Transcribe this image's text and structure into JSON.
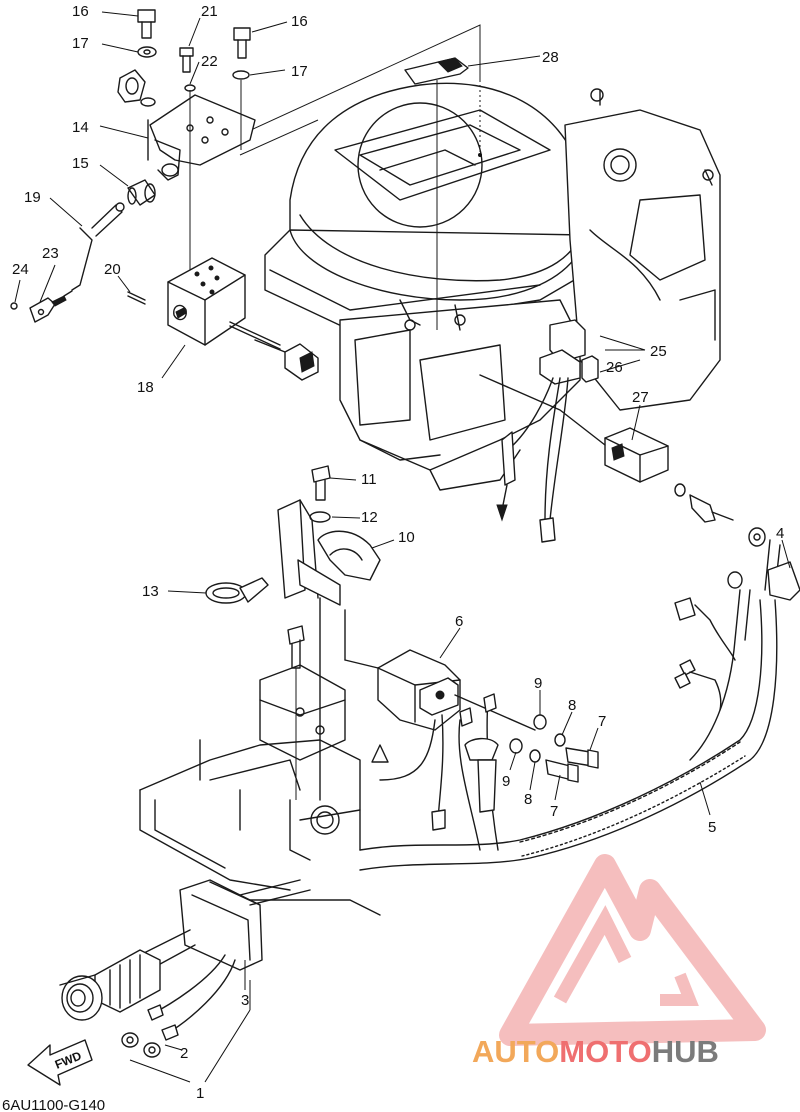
{
  "diagram_code": "6AU1100-G140",
  "fwd_label": "FWD",
  "watermark": {
    "part1": "AUTO",
    "part2": "MOTO",
    "part3": "HUB",
    "color1": "#f2a85a",
    "color2": "#ef6f70",
    "color3": "#7b7b7b"
  },
  "callouts": [
    {
      "id": "c16a",
      "label": "16"
    },
    {
      "id": "c21",
      "label": "21"
    },
    {
      "id": "c16b",
      "label": "16"
    },
    {
      "id": "c17a",
      "label": "17"
    },
    {
      "id": "c22",
      "label": "22"
    },
    {
      "id": "c17b",
      "label": "17"
    },
    {
      "id": "c28",
      "label": "28"
    },
    {
      "id": "c14",
      "label": "14"
    },
    {
      "id": "c15",
      "label": "15"
    },
    {
      "id": "c19",
      "label": "19"
    },
    {
      "id": "c23",
      "label": "23"
    },
    {
      "id": "c24",
      "label": "24"
    },
    {
      "id": "c20",
      "label": "20"
    },
    {
      "id": "c18",
      "label": "18"
    },
    {
      "id": "c25",
      "label": "25"
    },
    {
      "id": "c26",
      "label": "26"
    },
    {
      "id": "c27",
      "label": "27"
    },
    {
      "id": "c11",
      "label": "11"
    },
    {
      "id": "c12",
      "label": "12"
    },
    {
      "id": "c10",
      "label": "10"
    },
    {
      "id": "c13",
      "label": "13"
    },
    {
      "id": "c4",
      "label": "4"
    },
    {
      "id": "c6",
      "label": "6"
    },
    {
      "id": "c9a",
      "label": "9"
    },
    {
      "id": "c8a",
      "label": "8"
    },
    {
      "id": "c7a",
      "label": "7"
    },
    {
      "id": "c9b",
      "label": "9"
    },
    {
      "id": "c8b",
      "label": "8"
    },
    {
      "id": "c7b",
      "label": "7"
    },
    {
      "id": "c5",
      "label": "5"
    },
    {
      "id": "c3",
      "label": "3"
    },
    {
      "id": "c2",
      "label": "2"
    },
    {
      "id": "c1",
      "label": "1"
    }
  ]
}
